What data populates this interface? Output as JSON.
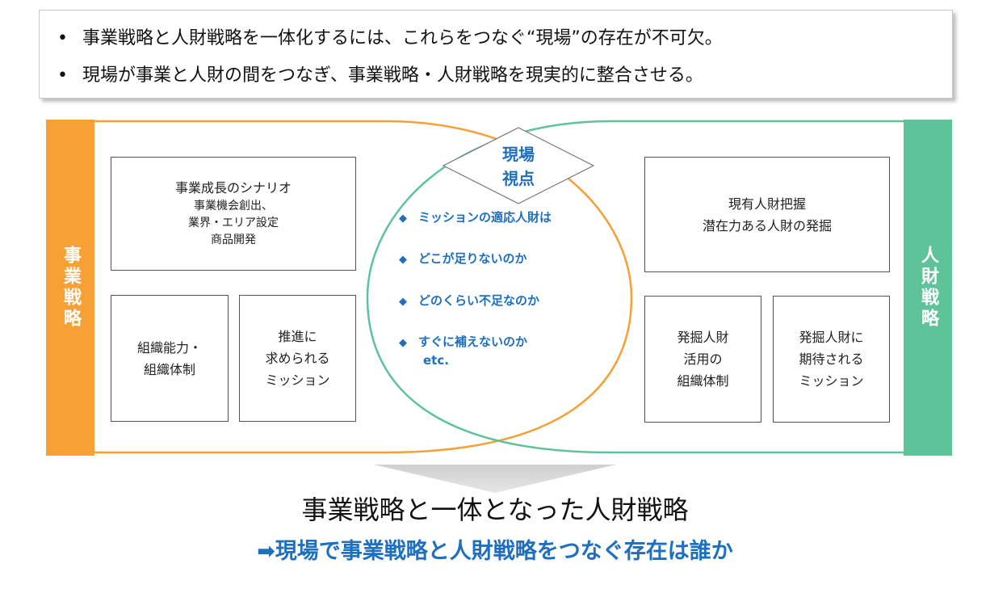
{
  "bullets": [
    "事業戦略と人財戦略を一体化するには、これらをつなぐ“現場”の存在が不可欠。",
    "現場が事業と人財の間をつなぎ、事業戦略・人財戦略を現実的に整合させる。"
  ],
  "left_label": "事業戦略",
  "right_label": "人財戦略",
  "diamond_label": [
    "現場",
    "視点"
  ],
  "left_boxes": {
    "scenario_title": "事業成長のシナリオ",
    "scenario_lines": [
      "事業機会創出、",
      "業界・エリア設定",
      "商品開発"
    ],
    "capability": [
      "組織能力・",
      "組織体制"
    ],
    "mission": [
      "推進に",
      "求められる",
      "ミッション"
    ]
  },
  "right_boxes": {
    "talent": [
      "現有人財把握",
      "潜在力ある人財の発掘"
    ],
    "utilize": [
      "発掘人財",
      "活用の",
      "組織体制"
    ],
    "expect": [
      "発掘人財に",
      "期待される",
      "ミッション"
    ]
  },
  "center_items": [
    "ミッションの適応人財は",
    "どこが足りないのか",
    "どのくらい不足なのか",
    "すぐに補えないのか"
  ],
  "center_etc": "etc.",
  "bottom_title": "事業戦略と一体となった人財戦略",
  "bottom_sub": "➡現場で事業戦略と人財戦略をつなぐ存在は誰か",
  "colors": {
    "orange": "#f7a035",
    "green": "#5fc39a",
    "blue": "#1f6fbf"
  }
}
